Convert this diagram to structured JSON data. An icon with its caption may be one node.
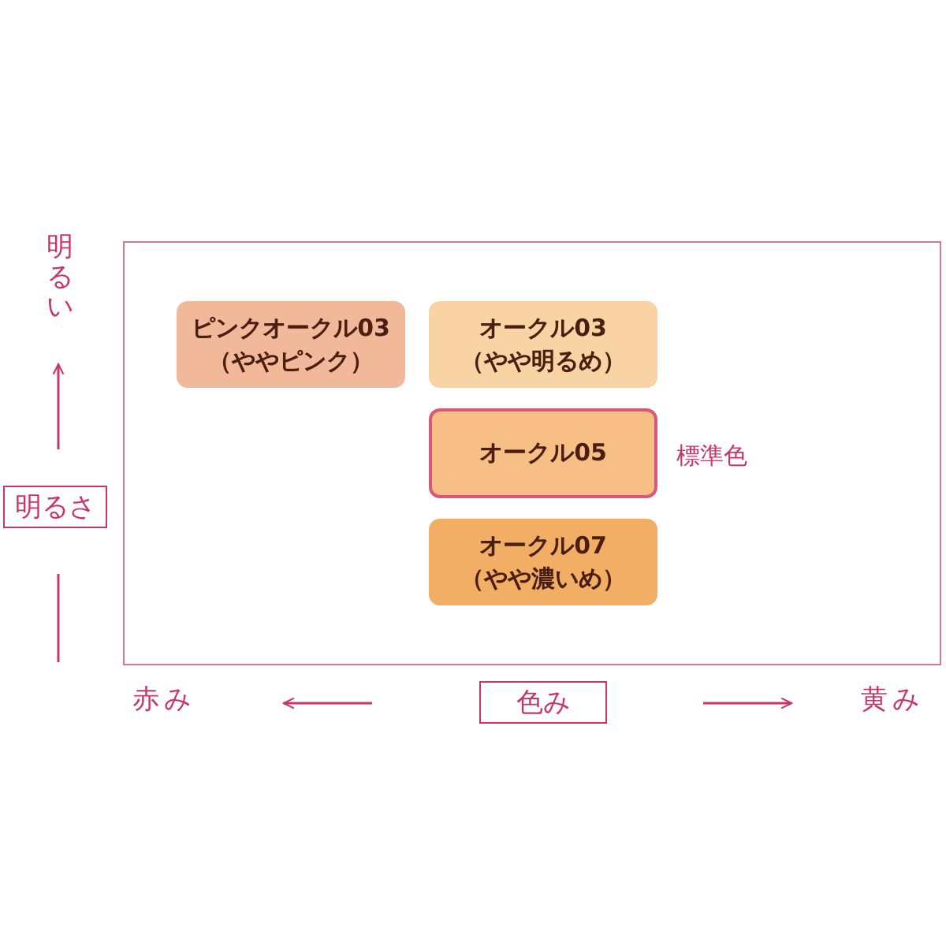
{
  "diagram": {
    "nodes": [
      {
        "text": [],
        "shape": "box"
      },
      {
        "text": [
          "ピンクオークル03",
          "（ややピンク）"
        ],
        "in": 0
      },
      {
        "text": [
          "オークル03",
          "（やや明るめ）"
        ],
        "in": 0
      },
      {
        "text": [
          "オークル05"
        ],
        "beside": [
          "標準色"
        ],
        "in": 0
      },
      {
        "text": [
          "オークル07",
          "（やや濃いめ）"
        ],
        "in": 0
      },
      {
        "text": [
          "明るさ"
        ]
      },
      {
        "text": [
          "色み"
        ]
      }
    ],
    "labels": [
      "明るい",
      "赤み",
      "黄み"
    ]
  }
}
